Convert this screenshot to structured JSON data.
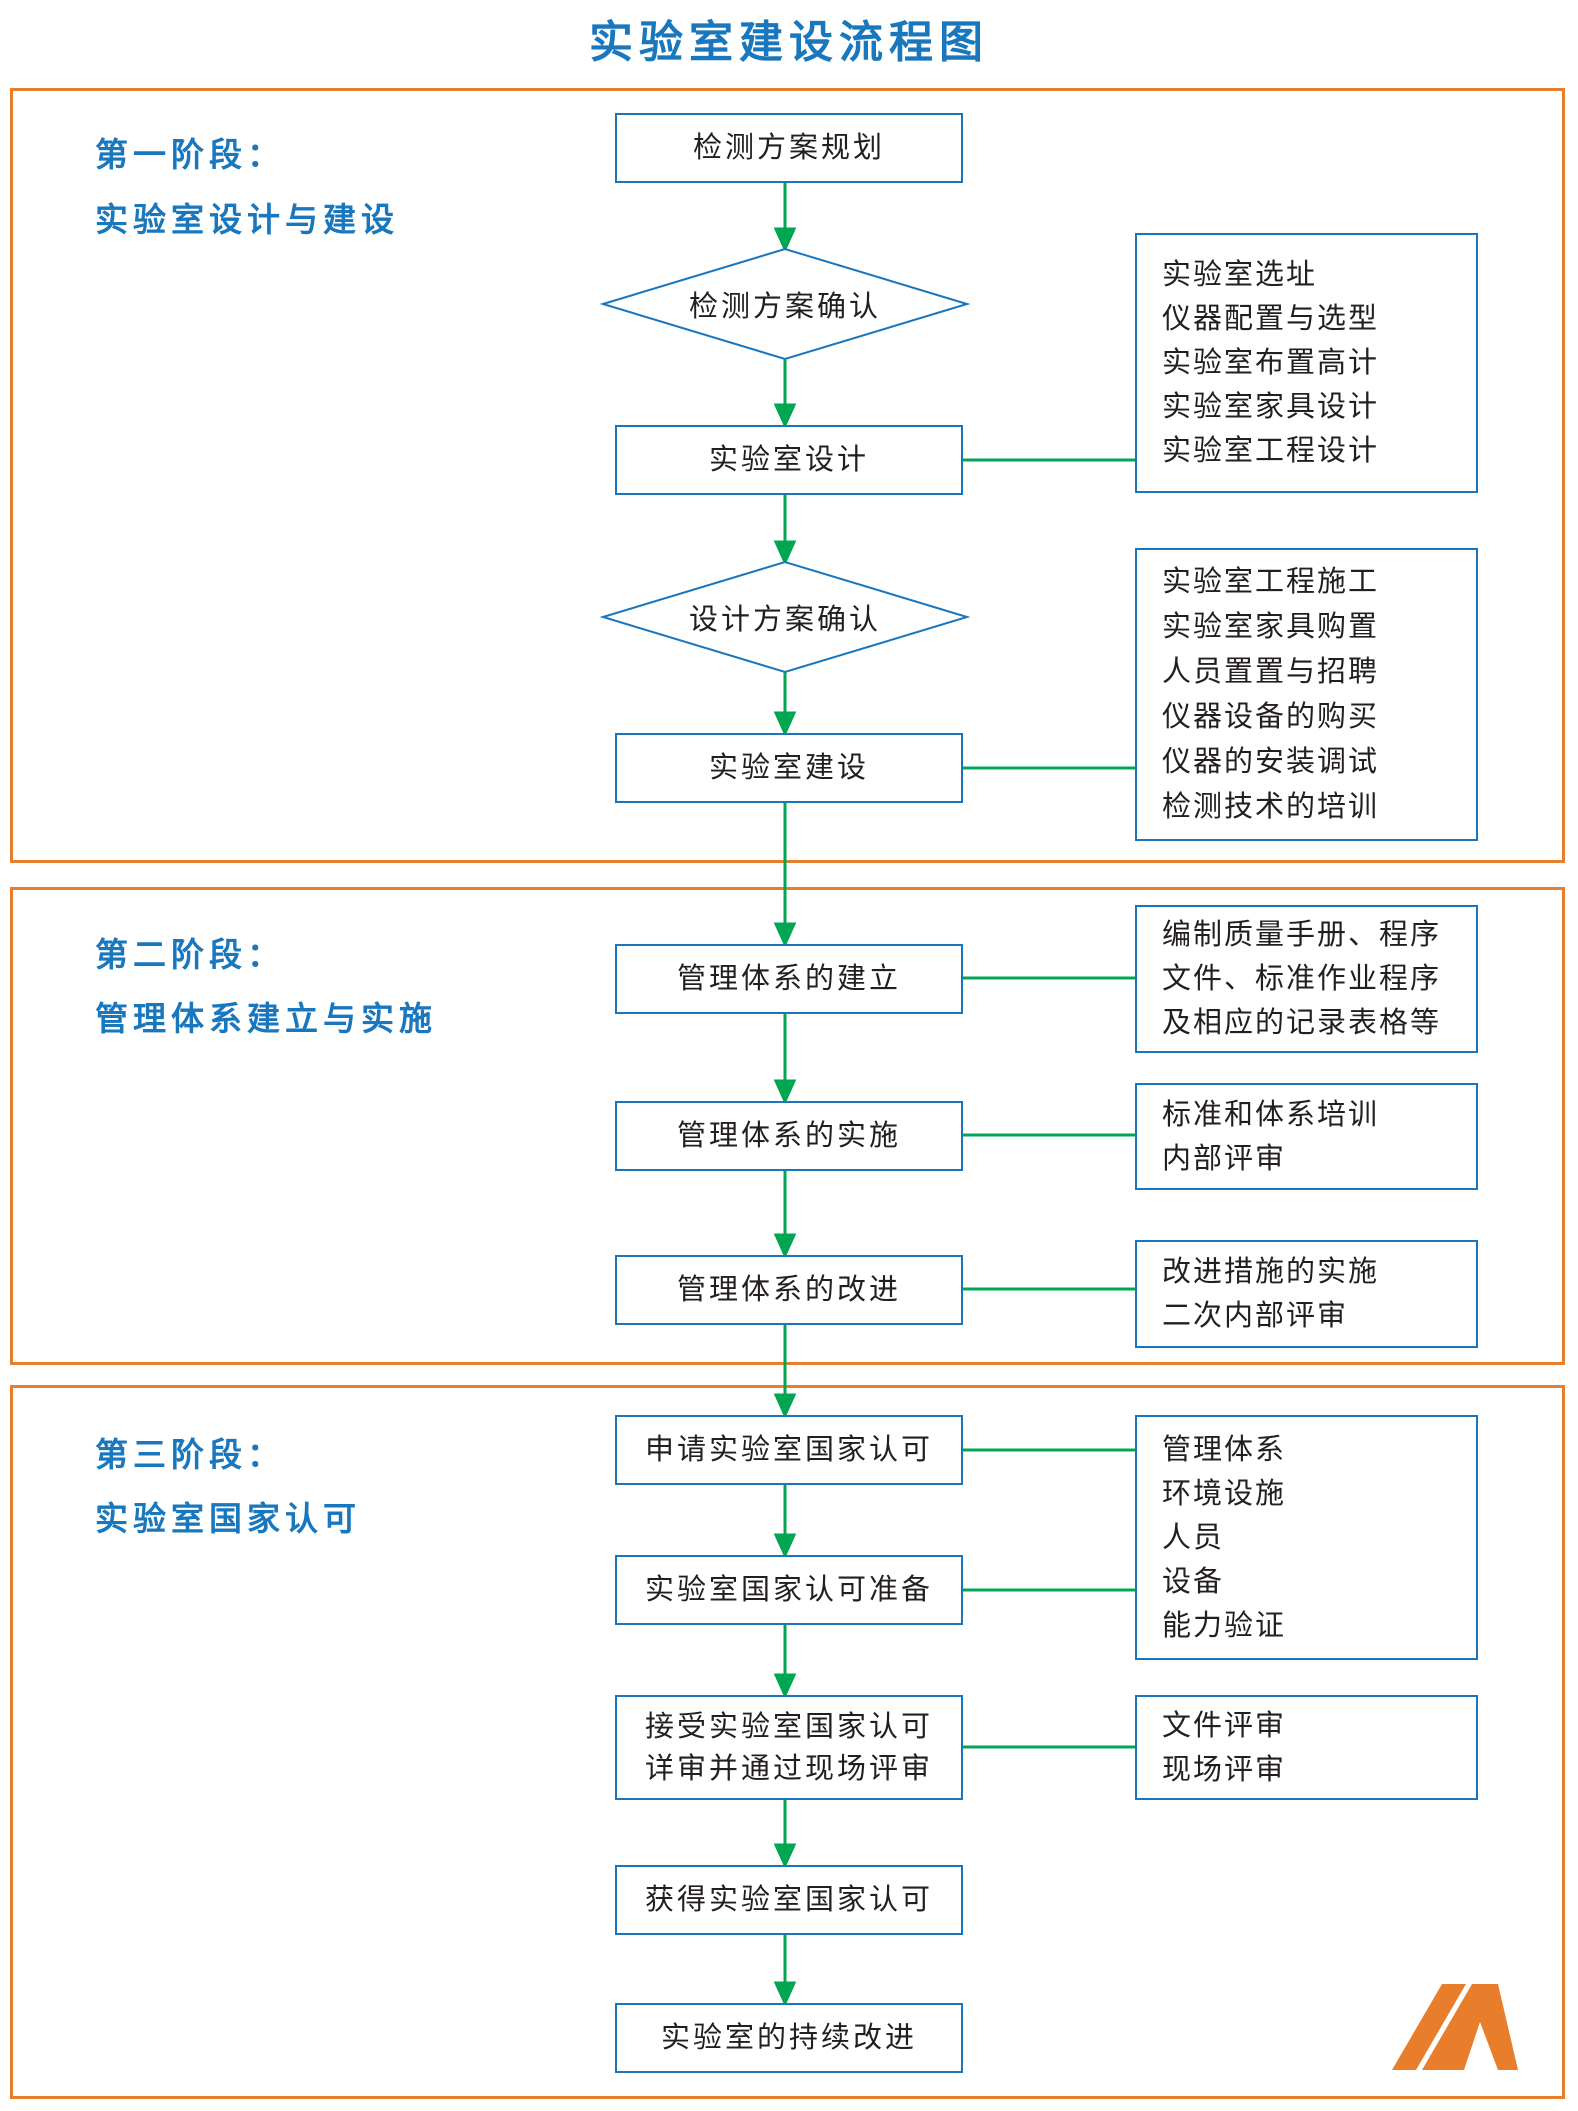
{
  "title": "实验室建设流程图",
  "colors": {
    "accent_orange": "#E87D2B",
    "box_border_blue": "#1B75BB",
    "arrow_green": "#00A651",
    "stage_label_blue": "#1977BE",
    "text_black": "#231F20"
  },
  "stages": [
    {
      "label_line1": "第一阶段：",
      "label_line2": "实验室设计与建设"
    },
    {
      "label_line1": "第二阶段：",
      "label_line2": "管理体系建立与实施"
    },
    {
      "label_line1": "第三阶段：",
      "label_line2": "实验室国家认可"
    }
  ],
  "nodes": {
    "b1": "检测方案规划",
    "d1": "检测方案确认",
    "b2": "实验室设计",
    "d2": "设计方案确认",
    "b3": "实验室建设",
    "b4": "管理体系的建立",
    "b5": "管理体系的实施",
    "b6": "管理体系的改进",
    "b7": "申请实验室国家认可",
    "b8": "实验室国家认可准备",
    "b9_line1": "接受实验室国家认可",
    "b9_line2": "详审并通过现场评审",
    "b10": "获得实验室国家认可",
    "b11": "实验室的持续改进"
  },
  "side_boxes": {
    "sb1": {
      "lines": [
        "实验室选址",
        "仪器配置与选型",
        "实验室布置高计",
        "实验室家具设计",
        "实验室工程设计"
      ]
    },
    "sb2": {
      "lines": [
        "实验室工程施工",
        "实验室家具购置",
        "人员置置与招聘",
        "仪器设备的购买",
        "仪器的安装调试",
        "检测技术的培训"
      ]
    },
    "sb3": {
      "lines": [
        "编制质量手册、程序",
        "文件、标准作业程序",
        "及相应的记录表格等"
      ]
    },
    "sb4": {
      "lines": [
        "标准和体系培训",
        "内部评审"
      ]
    },
    "sb5": {
      "lines": [
        "改进措施的实施",
        "二次内部评审"
      ]
    },
    "sb6": {
      "lines": [
        "管理体系",
        "环境设施",
        "人员",
        "设备",
        "能力验证"
      ]
    },
    "sb7": {
      "lines": [
        "文件评审",
        "现场评审"
      ]
    }
  },
  "logo_icon": "orange-m-logo"
}
